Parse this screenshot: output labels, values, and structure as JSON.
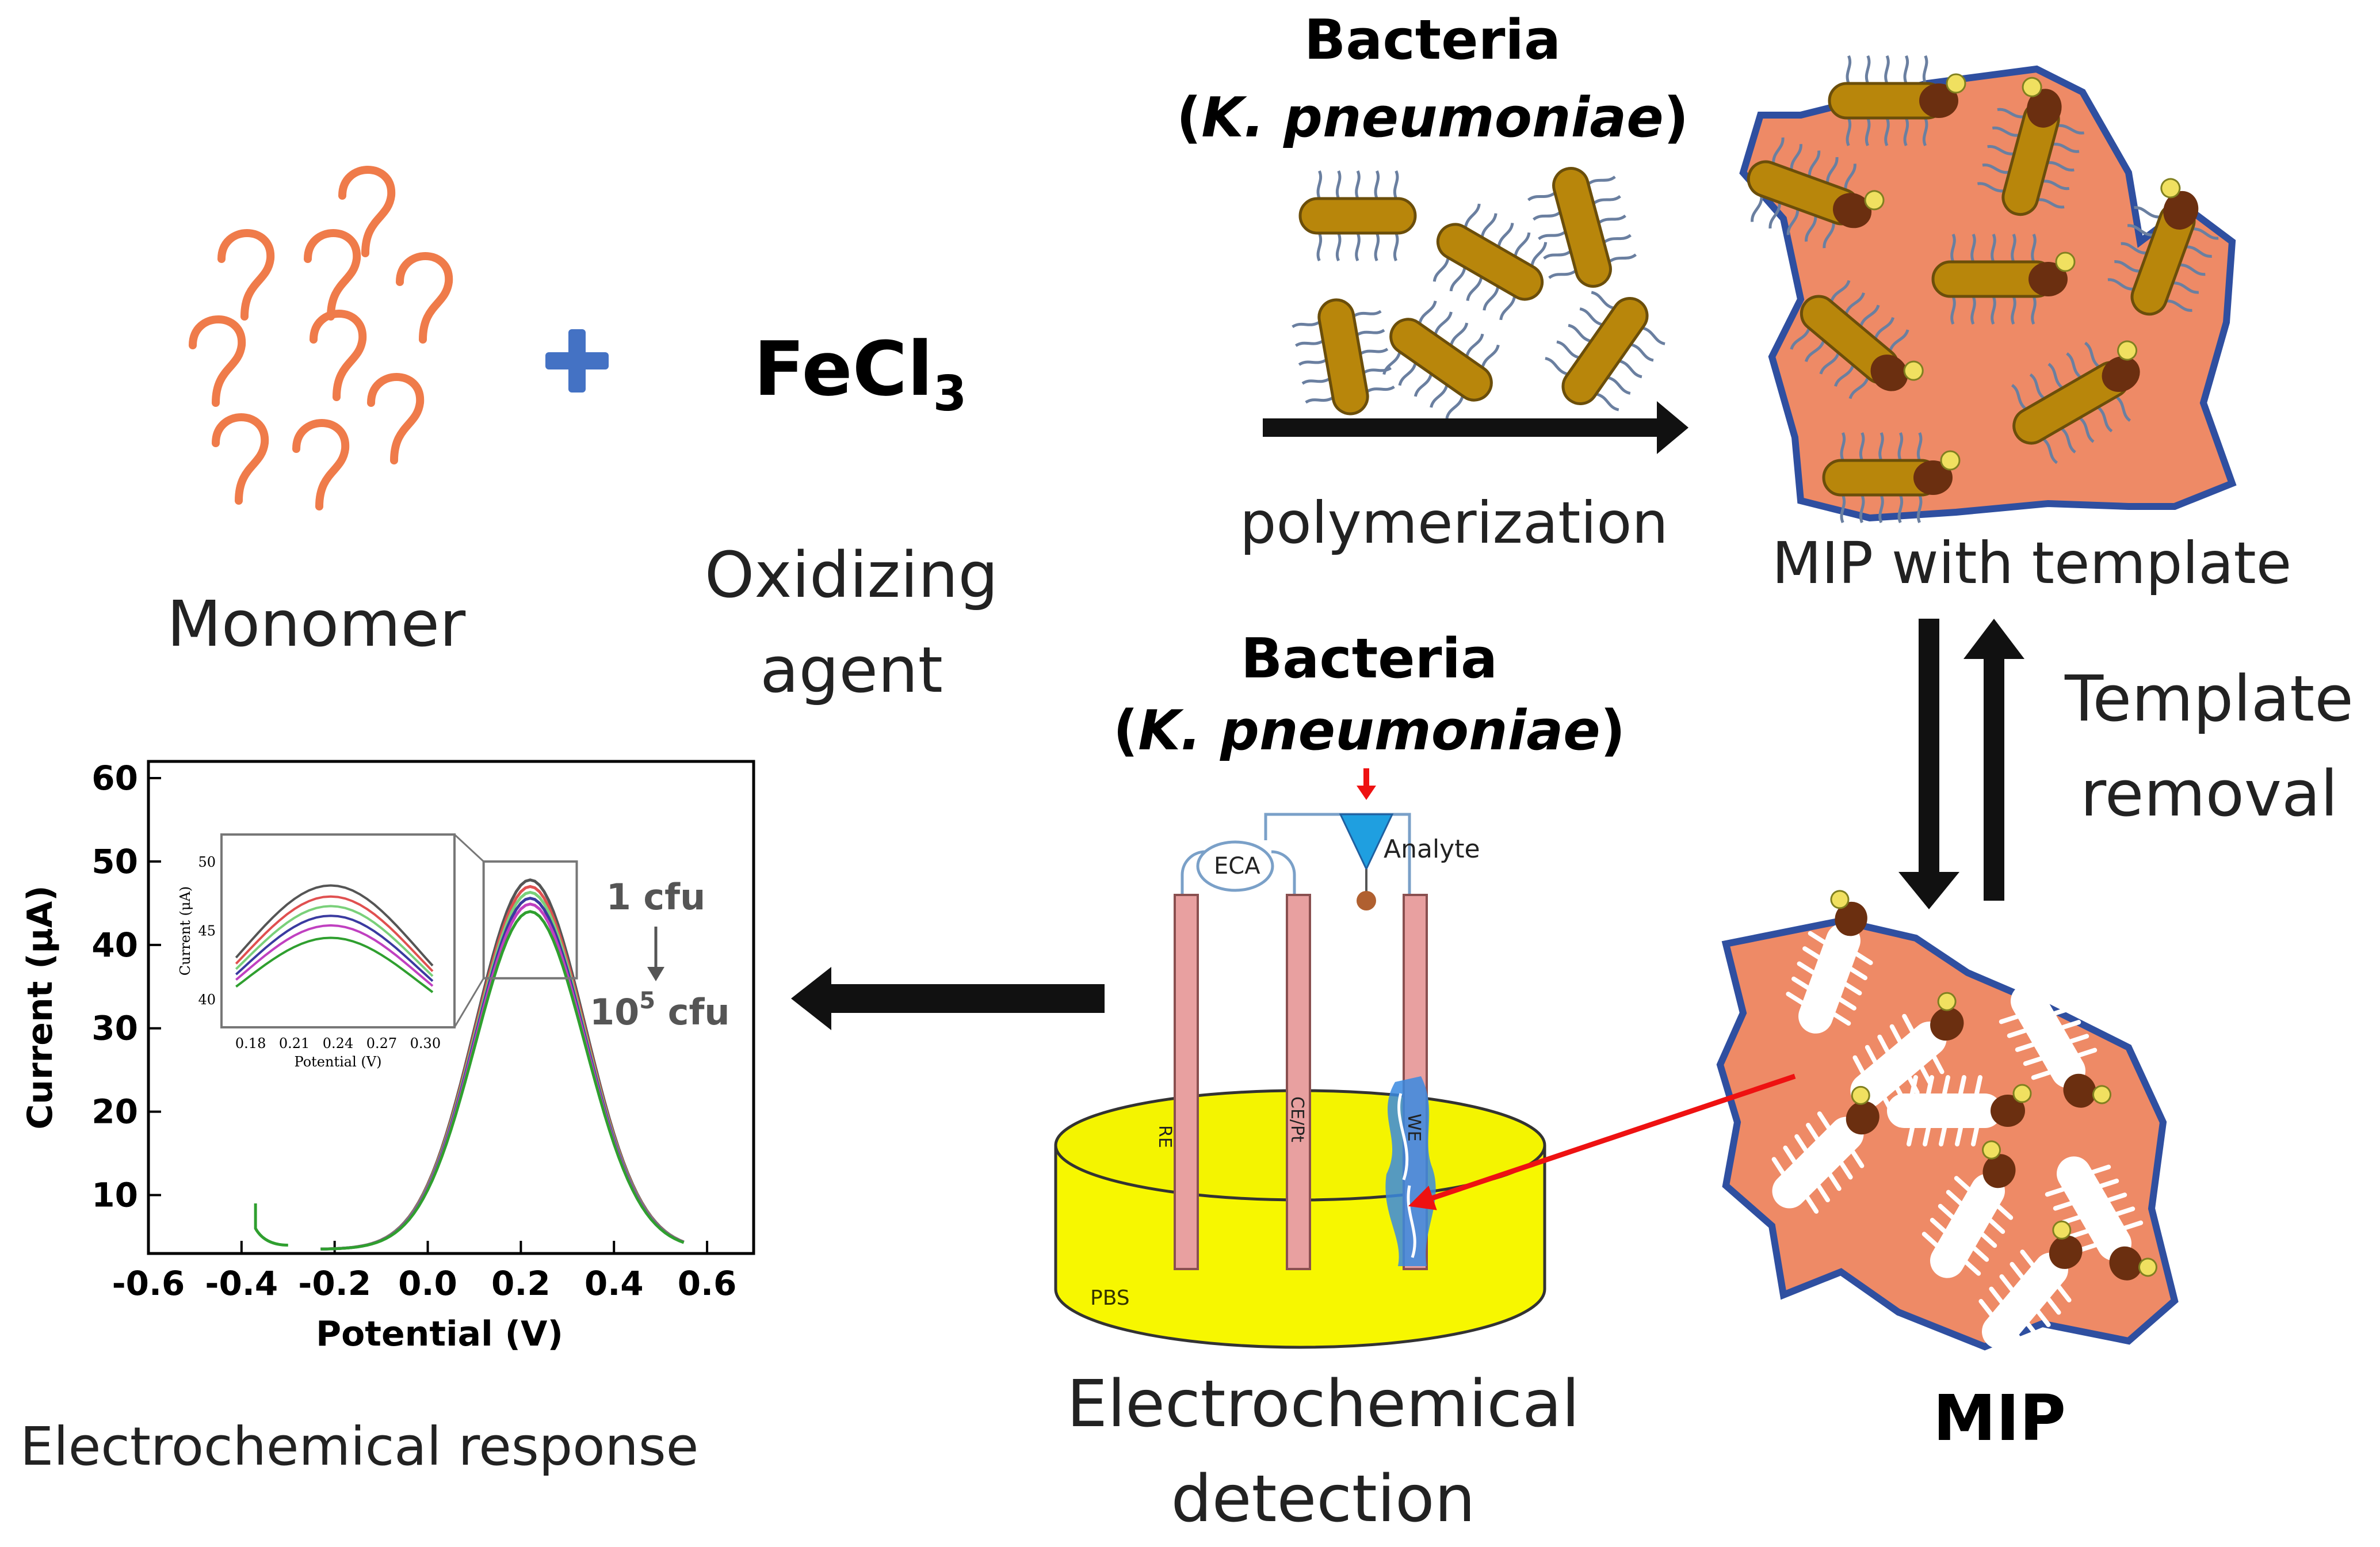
{
  "labels": {
    "monomer": "Monomer",
    "oxidizer_formula": "FeCl",
    "oxidizer_sub": "3",
    "oxidizer_line1": "Oxidizing",
    "oxidizer_line2": "agent",
    "bacteria_top": "Bacteria",
    "kp_open": "(",
    "kp_italic": "K. pneumoniae",
    "kp_close": ")",
    "polymerization": "polymerization",
    "mip_with_template": "MIP with template",
    "template_removal_1": "Template",
    "template_removal_2": "removal",
    "mip": "MIP",
    "bacteria_mid": "Bacteria",
    "analyte": "Analyte",
    "eca": "ECA",
    "pbs": "PBS",
    "electrode_re": "RE",
    "electrode_ce": "CE/Pt",
    "electrode_we": "WE",
    "detection_1": "Electrochemical",
    "detection_2": "detection",
    "response": "Electrochemical response"
  },
  "chart_data": {
    "type": "line",
    "xlabel": "Potential (V)",
    "ylabel": "Current (μA)",
    "xlim": [
      -0.6,
      0.7
    ],
    "ylim": [
      3,
      62
    ],
    "xticks": [
      "-0.6",
      "-0.4",
      "-0.2",
      "0.0",
      "0.2",
      "0.4",
      "0.6"
    ],
    "yticks": [
      "10",
      "20",
      "30",
      "40",
      "50",
      "60"
    ],
    "annotation_top": "1 cfu",
    "annotation_bottom_base": "10",
    "annotation_bottom_exp": "5",
    "annotation_bottom_unit": " cfu",
    "series": [
      {
        "color": "#555555",
        "peak": 47.8
      },
      {
        "color": "#e05050",
        "peak": 47.0
      },
      {
        "color": "#7ad07a",
        "peak": 46.3
      },
      {
        "color": "#3a3aa0",
        "peak": 45.6
      },
      {
        "color": "#c040c0",
        "peak": 44.9
      },
      {
        "color": "#2f9f2f",
        "peak": 44.0
      }
    ],
    "peak_x": 0.22,
    "onset_x": -0.23,
    "end_x": 0.56,
    "inset": {
      "xticks": [
        "0.18",
        "0.21",
        "0.24",
        "0.27",
        "0.30"
      ],
      "yticks": [
        "40",
        "45",
        "50"
      ],
      "xlabel": "Potential (V)",
      "ylabel": "Current (μA)"
    }
  }
}
